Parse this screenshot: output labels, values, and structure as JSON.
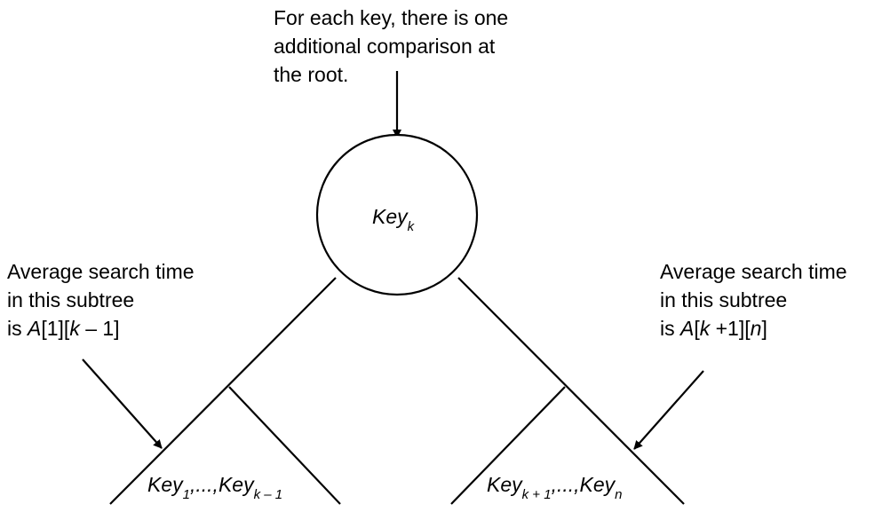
{
  "root_note": {
    "lines": [
      "For each key, there is one",
      "additional comparison at",
      "the root."
    ]
  },
  "root_node": {
    "base": "Key",
    "subscript": "k"
  },
  "left_note": {
    "line1": "Average search time",
    "line2": "in this subtree",
    "line3": {
      "prefix": "is ",
      "a": "A",
      "b1": "[1][",
      "k": "k",
      "b2": " – 1]"
    }
  },
  "right_note": {
    "line1": "Average search time",
    "line2": "in this subtree",
    "line3": {
      "prefix": "is ",
      "a": "A",
      "b1": "[",
      "k": "k",
      "b2": " +1][",
      "n": "n",
      "b3": "]"
    }
  },
  "left_subtree": {
    "key1_base": "Key",
    "key1_sub": "1",
    "sep": ",...,",
    "key2_base": "Key",
    "key2_sub": "k – 1"
  },
  "right_subtree": {
    "key1_base": "Key",
    "key1_sub": "k + 1",
    "sep": ",...,",
    "key2_base": "Key",
    "key2_sub": "n"
  }
}
